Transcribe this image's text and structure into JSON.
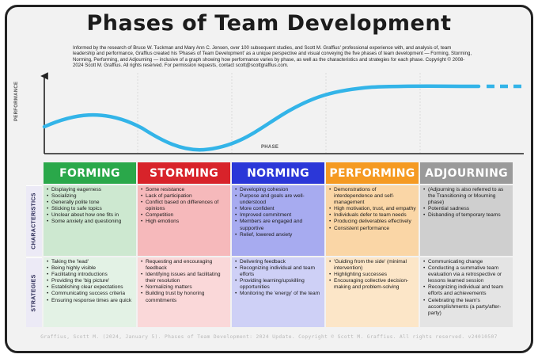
{
  "title": "Phases of Team Development",
  "description": "Informed by the research of Bruce W. Tuckman and Mary Ann C. Jensen, over 100 subsequent studies, and Scott M. Graffius' professional experience with, and analysis of, team leadership and performance, Graffius created his 'Phases of Team Development' as a unique perspective and visual conveying the five phases of team development — Forming, Storming, Norming, Performing, and Adjourning — inclusive of a graph showing how performance varies by phase, as well as the characteristics and strategies for each phase. Copyright © 2008-2024 Scott M. Graffius. All rights reserved. For permission requests, contact scott@scottgraffius.com.",
  "chart": {
    "y_label": "PERFORMANCE",
    "x_label": "PHASE",
    "curve_color": "#33b4e8"
  },
  "rows": {
    "characteristics": "CHARACTERISTICS",
    "strategies": "STRATEGIES"
  },
  "phases": [
    {
      "name": "FORMING",
      "color": "#2aa84a",
      "tint_char": "#cde8d0",
      "tint_strat": "#e3f2e5",
      "characteristics": [
        "Displaying eagerness",
        "Socializing",
        "Generally polite tone",
        "Sticking to safe topics",
        "Unclear about how one fits in",
        "Some anxiety and questioning"
      ],
      "strategies": [
        "Taking the 'lead'",
        "Being highly visible",
        "Facilitating introductions",
        "Providing the 'big picture'",
        "Establishing clear expectations",
        "Communicating success criteria",
        "Ensuring response times are quick"
      ]
    },
    {
      "name": "STORMING",
      "color": "#d8232a",
      "tint_char": "#f6b9bb",
      "tint_strat": "#fad8d9",
      "characteristics": [
        "Some resistance",
        "Lack of participation",
        "Conflict based on differences of opinions",
        "Competition",
        "High emotions"
      ],
      "strategies": [
        "Requesting and encouraging feedback",
        "Identifying issues and facilitating their resolution",
        "Normalizing matters",
        "Building trust by honoring commitments"
      ]
    },
    {
      "name": "NORMING",
      "color": "#2b37d8",
      "tint_char": "#a7abf0",
      "tint_strat": "#ced0f6",
      "characteristics": [
        "Developing cohesion",
        "Purpose and goals are well-understood",
        "More confident",
        "Improved commitment",
        "Members are engaged and supportive",
        "Relief, lowered anxiety"
      ],
      "strategies": [
        "Delivering feedback",
        "Recognizing individual and team efforts",
        "Providing learning/upskilling opportunities",
        "Monitoring the 'energy' of the team"
      ]
    },
    {
      "name": "PERFORMING",
      "color": "#f59a22",
      "tint_char": "#fad6a6",
      "tint_strat": "#fce6c8",
      "characteristics": [
        "Demonstrations of interdependence and self-management",
        "High motivation, trust, and empathy",
        "Individuals defer to team needs",
        "Producing deliverables effectively",
        "Consistent performance"
      ],
      "strategies": [
        "'Guiding from the side' (minimal intervention)",
        "Highlighting successes",
        "Encouraging collective decision-making and problem-solving"
      ]
    },
    {
      "name": "ADJOURNING",
      "color": "#9a9a9a",
      "tint_char": "#cfcfcf",
      "tint_strat": "#e4e4e4",
      "characteristics": [
        "(Adjourning is also referred to as the Transitioning or Mourning phase)",
        "Potential sadness",
        "Disbanding of temporary teams"
      ],
      "strategies": [
        "Communicating change",
        "Conducting a summative team evaluation via a retrospective or lessons learned session",
        "Recognizing individual and team efforts and achievements",
        "Celebrating the team's accomplishments (a party/after-party)"
      ]
    }
  ],
  "footer": "Graffius, Scott M. (2024, January 5). Phases of Team Development: 2024 Update. Copyright © Scott M. Graffius. All rights reserved. v24010507"
}
